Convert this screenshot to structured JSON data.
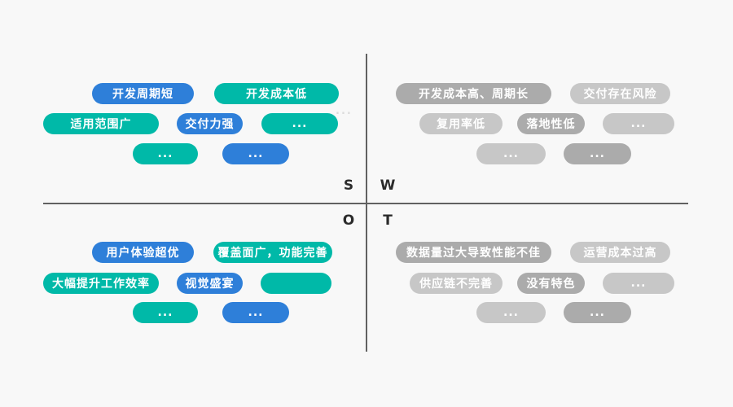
{
  "diagram_type": "swot-quadrant",
  "colors": {
    "background": "#F8F8F8",
    "pill_blue": "#2E7FD9",
    "pill_teal": "#00B9A8",
    "pill_gray_dark": "#ABABAB",
    "pill_gray_light": "#C7C7C7",
    "pill_text": "#FFFFFF",
    "axis_line": "#616161",
    "quadrant_letter": "#2B2B2B",
    "stray_ellipsis_color": "#DCDCDC"
  },
  "stray_ellipsis": "...",
  "quadrants": {
    "strengths": {
      "letter": "S",
      "pills": [
        {
          "label": "开发周期短",
          "color": "blue"
        },
        {
          "label": "开发成本低",
          "color": "teal"
        },
        {
          "label": "适用范围广",
          "color": "teal"
        },
        {
          "label": "交付力强",
          "color": "blue"
        },
        {
          "label": "...",
          "color": "teal"
        },
        {
          "label": "...",
          "color": "teal"
        },
        {
          "label": "...",
          "color": "blue"
        }
      ]
    },
    "weaknesses": {
      "letter": "W",
      "pills": [
        {
          "label": "开发成本高、周期长",
          "color": "gray_dark"
        },
        {
          "label": "交付存在风险",
          "color": "gray_light"
        },
        {
          "label": "复用率低",
          "color": "gray_light"
        },
        {
          "label": "落地性低",
          "color": "gray_dark"
        },
        {
          "label": "...",
          "color": "gray_light"
        },
        {
          "label": "...",
          "color": "gray_light"
        },
        {
          "label": "...",
          "color": "gray_dark"
        }
      ]
    },
    "opportunities": {
      "letter": "O",
      "pills": [
        {
          "label": "用户体验超优",
          "color": "blue"
        },
        {
          "label": "覆盖面广，功能完善",
          "color": "teal"
        },
        {
          "label": "大幅提升工作效率",
          "color": "teal"
        },
        {
          "label": "视觉盛宴",
          "color": "blue"
        },
        {
          "label": "",
          "color": "teal"
        },
        {
          "label": "...",
          "color": "teal"
        },
        {
          "label": "...",
          "color": "blue"
        }
      ]
    },
    "threats": {
      "letter": "T",
      "pills": [
        {
          "label": "数据量过大导致性能不佳",
          "color": "gray_dark"
        },
        {
          "label": "运营成本过高",
          "color": "gray_light"
        },
        {
          "label": "供应链不完善",
          "color": "gray_light"
        },
        {
          "label": "没有特色",
          "color": "gray_dark"
        },
        {
          "label": "...",
          "color": "gray_light"
        },
        {
          "label": "...",
          "color": "gray_light"
        },
        {
          "label": "...",
          "color": "gray_dark"
        }
      ]
    }
  }
}
